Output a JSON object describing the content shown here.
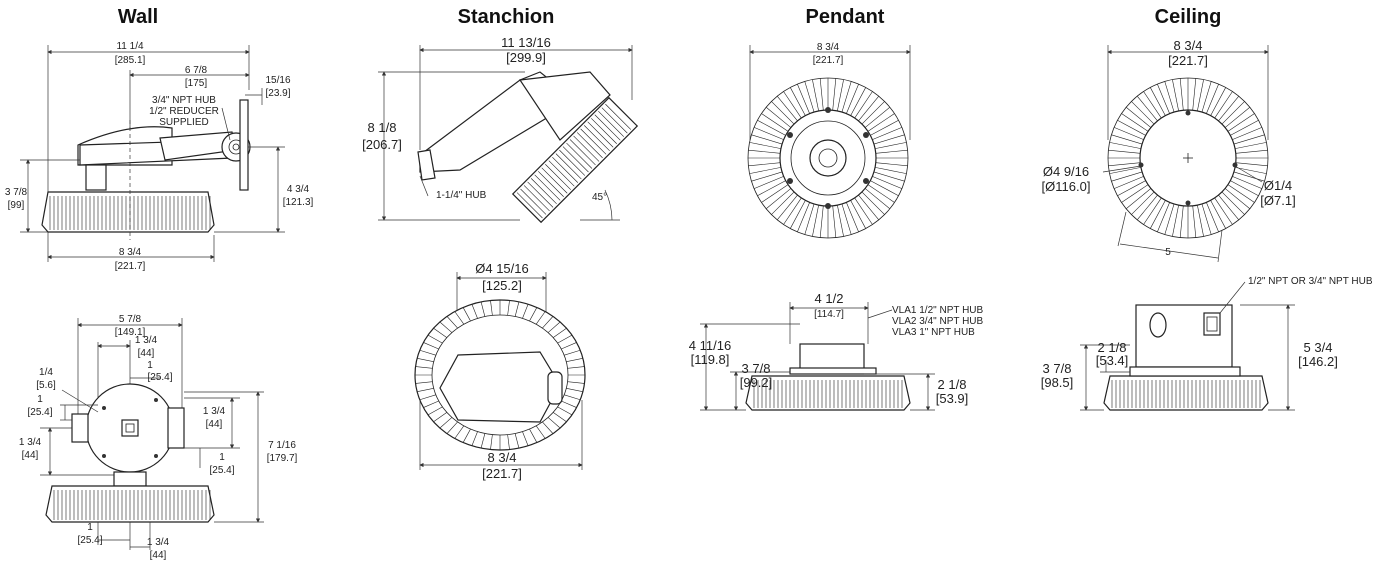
{
  "titles": {
    "wall": "Wall",
    "stanchion": "Stanchion",
    "pendant": "Pendant",
    "ceiling": "Ceiling"
  },
  "wall_top": {
    "overall_w": "11 1/4",
    "overall_w_mm": "[285.1]",
    "hub_off": "6 7/8",
    "hub_off_mm": "[175]",
    "plate": "15/16",
    "plate_mm": "[23.9]",
    "hub_note_1": "3/4\" NPT HUB",
    "hub_note_2": "1/2\" REDUCER",
    "hub_note_3": "SUPPLIED",
    "height": "3 7/8",
    "height_mm": "[99]",
    "hub_h": "4 3/4",
    "hub_h_mm": "[121.3]",
    "base_w": "8 3/4",
    "base_w_mm": "[221.7]"
  },
  "wall_bottom": {
    "w": "5 7/8",
    "w_mm": "[149.1]",
    "a": "1 3/4",
    "a_mm": "[44]",
    "b": "1",
    "b_mm": "[25.4]",
    "hole": "1/4",
    "hole_mm": "[5.6]",
    "c": "1",
    "c_mm": "[25.4]",
    "d": "1 3/4",
    "d_mm": "[44]",
    "e": "1 3/4",
    "e_mm": "[44]",
    "f": "1",
    "f_mm": "[25.4]",
    "h": "7 1/16",
    "h_mm": "[179.7]",
    "g": "1",
    "g_mm": "[25.4]",
    "k": "1 3/4",
    "k_mm": "[44]"
  },
  "stanchion": {
    "w": "11 13/16",
    "w_mm": "[299.9]",
    "h": "8 1/8",
    "h_mm": "[206.7]",
    "hub": "1-1/4\" HUB",
    "angle": "45°",
    "dia": "Ø4 15/16",
    "dia_mm": "[125.2]",
    "base": "8 3/4",
    "base_mm": "[221.7]"
  },
  "pendant": {
    "w": "8 3/4",
    "w_mm": "[221.7]",
    "hub_w": "4 1/2",
    "hub_w_mm": "[114.7]",
    "vla1": "VLA1 1/2\" NPT HUB",
    "vla2": "VLA2 3/4\" NPT HUB",
    "vla3": "VLA3 1\" NPT HUB",
    "h": "4 11/16",
    "h_mm": "[119.8]",
    "h2": "3 7/8",
    "h2_mm": "[99.2]",
    "h3": "2 1/8",
    "h3_mm": "[53.9]"
  },
  "ceiling": {
    "w": "8 3/4",
    "w_mm": "[221.7]",
    "d1": "Ø4 9/16",
    "d1_mm": "[Ø116.0]",
    "d2": "Ø1/4",
    "d2_mm": "[Ø7.1]",
    "s": "5",
    "hub_note": "1/2\" NPT OR 3/4\" NPT HUB",
    "h": "5 3/4",
    "h_mm": "[146.2]",
    "h2": "3 7/8",
    "h2_mm": "[98.5]",
    "h3": "2 1/8",
    "h3_mm": "[53.4]"
  }
}
